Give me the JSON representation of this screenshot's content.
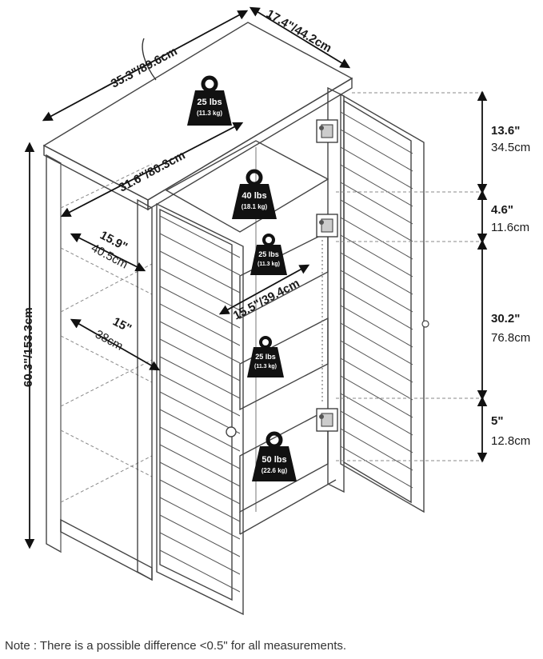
{
  "dimensions": {
    "width_top": "35.3\"/89.6cm",
    "depth_top": "17.4\"/44.2cm",
    "inner_width": "31.6\"/80.3cm",
    "shelf_depth": "15.9\"",
    "shelf_depth_cm": "40.5cm",
    "bottom_depth": "15\"",
    "bottom_depth_cm": "38cm",
    "shelf_width": "15.5\"/39.4cm",
    "height": "60.3\"/153.3cm"
  },
  "side_dimensions": [
    {
      "in": "13.6\"",
      "cm": "34.5cm"
    },
    {
      "in": "4.6\"",
      "cm": "11.6cm"
    },
    {
      "in": "30.2\"",
      "cm": "76.8cm"
    },
    {
      "in": "5\"",
      "cm": "12.8cm"
    }
  ],
  "weights": [
    {
      "lbs": "25 lbs",
      "kg": "(11.3 kg)"
    },
    {
      "lbs": "40 lbs",
      "kg": "(18.1 kg)"
    },
    {
      "lbs": "25 lbs",
      "kg": "(11.3 kg)"
    },
    {
      "lbs": "25 lbs",
      "kg": "(11.3 kg)"
    },
    {
      "lbs": "50 lbs",
      "kg": "(22.6 kg)"
    }
  ],
  "note": "Note : There is a possible difference <0.5\" for all measurements.",
  "icons": [
    "weight-icon",
    "hinge-icon",
    "door-knob-icon"
  ]
}
